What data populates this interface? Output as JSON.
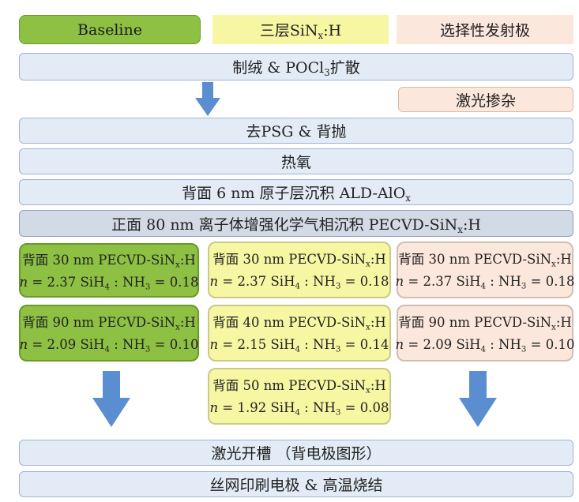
{
  "columns": {
    "baseline": "Baseline",
    "triple_prefix": "三层SiN",
    "triple_sub": "x",
    "triple_suffix": ":H",
    "selective": "选择性发射极"
  },
  "steps": {
    "texture_pre": "制绒 & POCl",
    "texture_sub": "3",
    "texture_post": "扩散",
    "laser_doping": "激光掺杂",
    "psg": "去PSG & 背抛",
    "thermal_ox": "热氧",
    "ald_pre": "背面 6 nm 原子层沉积 ALD-AlO",
    "ald_sub": "x",
    "pecvd_pre": "正面 80 nm 离子体增强化学气相沉积 PECVD-SiN",
    "pecvd_sub": "x",
    "pecvd_post": ":H",
    "laser_groove": "激光开槽 （背电极图形）",
    "print": "丝网印刷电极 & 高温烧结"
  },
  "cards": {
    "baseline_1": {
      "layer": "背面 30 nm PECVD-SiN",
      "sub": "x",
      "suffix": ":H",
      "n_label": "n",
      "n_value": " = 2.37  SiH",
      "h4": "4",
      "mid": " : NH",
      "h3": "3",
      "ratio": " = 0.18"
    },
    "baseline_2": {
      "layer": "背面 90 nm PECVD-SiN",
      "sub": "x",
      "suffix": ":H",
      "n_label": "n",
      "n_value": " = 2.09  SiH",
      "h4": "4",
      "mid": " : NH",
      "h3": "3",
      "ratio": " = 0.10"
    },
    "triple_1": {
      "layer": "背面 30 nm PECVD-SiN",
      "sub": "x",
      "suffix": ":H",
      "n_label": "n",
      "n_value": " = 2.37  SiH",
      "h4": "4",
      "mid": " : NH",
      "h3": "3",
      "ratio": " = 0.18"
    },
    "triple_2": {
      "layer": "背面 40 nm PECVD-SiN",
      "sub": "x",
      "suffix": ":H",
      "n_label": "n",
      "n_value": " = 2.15  SiH",
      "h4": "4",
      "mid": " : NH",
      "h3": "3",
      "ratio": " = 0.14"
    },
    "triple_3": {
      "layer": "背面 50 nm PECVD-SiN",
      "sub": "x",
      "suffix": ":H",
      "n_label": "n",
      "n_value": " = 1.92  SiH",
      "h4": "4",
      "mid": " : NH",
      "h3": "3",
      "ratio": " = 0.08"
    },
    "selective_1": {
      "layer": "背面 30 nm PECVD-SiN",
      "sub": "x",
      "suffix": ":H",
      "n_label": "n",
      "n_value": " = 2.37  SiH",
      "h4": "4",
      "mid": " : NH",
      "h3": "3",
      "ratio": " = 0.18"
    },
    "selective_2": {
      "layer": "背面 90 nm PECVD-SiN",
      "sub": "x",
      "suffix": ":H",
      "n_label": "n",
      "n_value": " = 2.09  SiH",
      "h4": "4",
      "mid": " : NH",
      "h3": "3",
      "ratio": " = 0.10"
    }
  },
  "colors": {
    "baseline": "#8dc043",
    "triple": "#f7f6a2",
    "selective": "#fbe7dc",
    "step": "#e3ebf6",
    "arrow": "#5b8ed0"
  }
}
